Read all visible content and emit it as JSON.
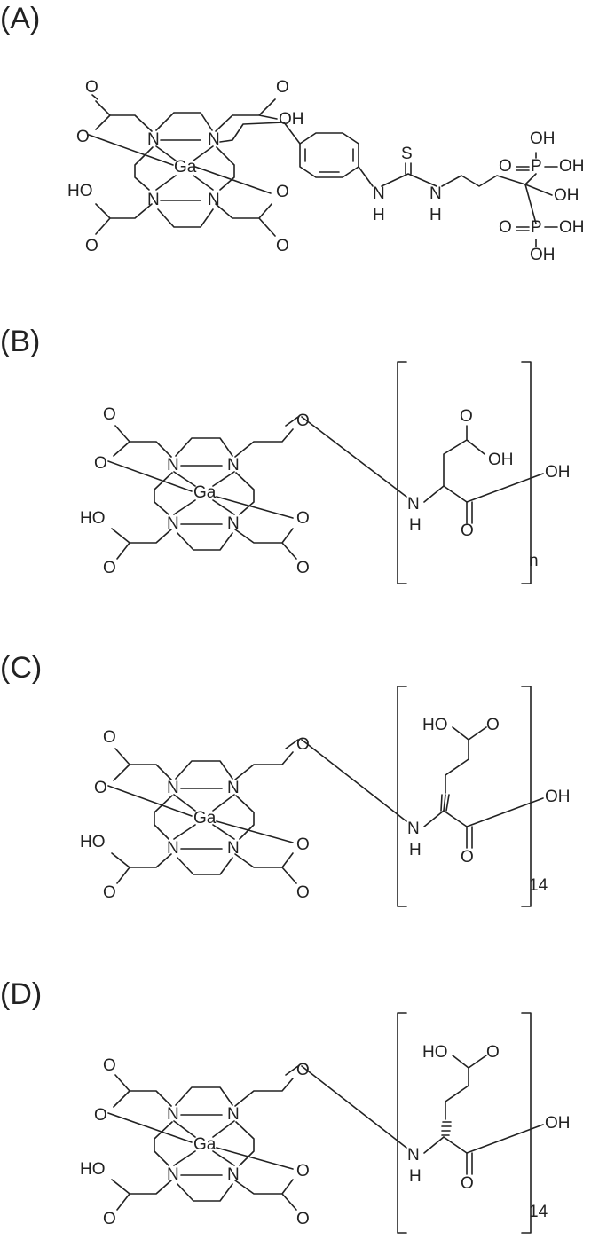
{
  "panels": [
    {
      "label": "(A)",
      "macrocycle_atoms": [
        "N",
        "N",
        "N",
        "N",
        "Ga"
      ],
      "atoms": [
        "O",
        "O",
        "OH",
        "HO",
        "O",
        "O",
        "O",
        "O",
        "S",
        "N",
        "H",
        "N",
        "H",
        "O",
        "P",
        "OH",
        "OH",
        "OH",
        "O",
        "P",
        "OH",
        "OH"
      ]
    },
    {
      "label": "(B)",
      "macrocycle_atoms": [
        "N",
        "N",
        "N",
        "N",
        "Ga"
      ],
      "atoms": [
        "O",
        "O",
        "HO",
        "O",
        "O",
        "O",
        "O",
        "O",
        "OH",
        "N",
        "H",
        "O",
        "OH"
      ],
      "repeat_subscript": "n"
    },
    {
      "label": "(C)",
      "macrocycle_atoms": [
        "N",
        "N",
        "N",
        "N",
        "Ga"
      ],
      "atoms": [
        "O",
        "O",
        "HO",
        "O",
        "O",
        "O",
        "O",
        "HO",
        "O",
        "N",
        "H",
        "O",
        "OH"
      ],
      "repeat_subscript": "14"
    },
    {
      "label": "(D)",
      "macrocycle_atoms": [
        "N",
        "N",
        "N",
        "N",
        "Ga"
      ],
      "atoms": [
        "O",
        "O",
        "HO",
        "O",
        "O",
        "O",
        "O",
        "HO",
        "O",
        "N",
        "H",
        "O",
        "OH"
      ],
      "repeat_subscript": "14"
    }
  ]
}
